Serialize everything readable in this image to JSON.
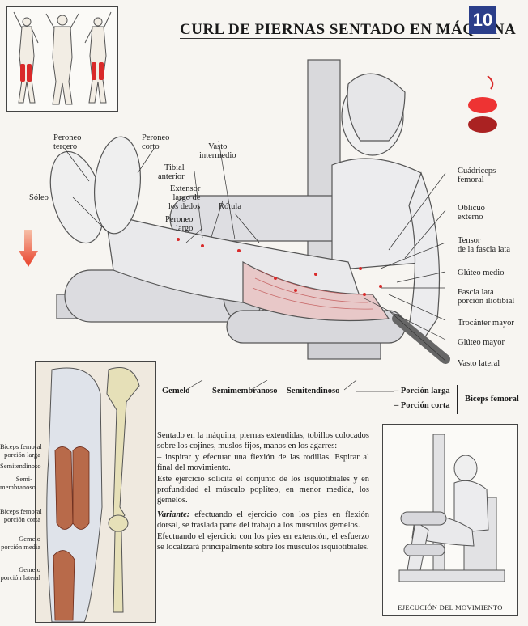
{
  "header": {
    "title": "CURL DE PIERNAS SENTADO EN MÁQUINA",
    "page_number": "10",
    "accent_color": "#2b3e8a",
    "highlight_color": "#d92a2a"
  },
  "labels": {
    "peroneo_tercero": "Peroneo\ntercero",
    "peroneo_corto": "Peroneo\ncorto",
    "vasto_intermedio": "Vasto\nintermedio",
    "tibial_anterior": "Tibial\nanterior",
    "extensor_largo": "Extensor\nlargo de\nlos dedos",
    "soleo": "Sóleo",
    "peroneo_largo": "Peroneo\nlargo",
    "rotula": "Rótula",
    "cuadriceps": "Cuádriceps\nfemoral",
    "oblicuo": "Oblicuo\nexterno",
    "tensor": "Tensor\nde la fascia lata",
    "gluteo_medio": "Glúteo medio",
    "fascia_lata": "Fascia lata\nporción iliotibial",
    "trocanter": "Trocánter mayor",
    "gluteo_mayor": "Glúteo mayor",
    "vasto_lateral": "Vasto lateral"
  },
  "bottom_row": {
    "gemelo": "Gemelo",
    "semimembranoso": "Semimembranoso",
    "semitendinoso": "Semitendinoso",
    "porcion_larga": "– Porción larga",
    "porcion_corta": "– Porción corta",
    "biceps_femoral": "Bíceps femoral"
  },
  "inset_left_labels": {
    "biceps_larga": "Bíceps femoral\nporción larga",
    "semitendinoso": "Semitendinoso",
    "semimembranoso": "Semi-\nmembranoso",
    "biceps_corta": "Bíceps femoral\nporción corta",
    "gemelo_media": "Gemelo\nporción media",
    "gemelo_lateral": "Gemelo\nporción lateral"
  },
  "body": {
    "p1": "Sentado en la máquina, piernas extendidas, tobillos colocados sobre los cojines, muslos fijos, manos en los agarres:",
    "p2": "– inspirar y efectuar una flexión de las rodillas. Espirar al final del movimiento.",
    "p3": "Este ejercicio solicita el conjunto de los isquiotibiales y en profundidad el músculo poplíteo, en menor medida, los gemelos.",
    "variant_label": "Variante:",
    "p4": " efectuando el ejercicio con los pies en flexión dorsal, se traslada parte del trabajo a los músculos gemelos.",
    "p5": "Efectuando el ejercicio con los pies en extensión, el esfuerzo se localizará principalmente sobre los músculos isquiotibiales."
  },
  "caption": "EJECUCIÓN DEL MOVIMIENTO"
}
